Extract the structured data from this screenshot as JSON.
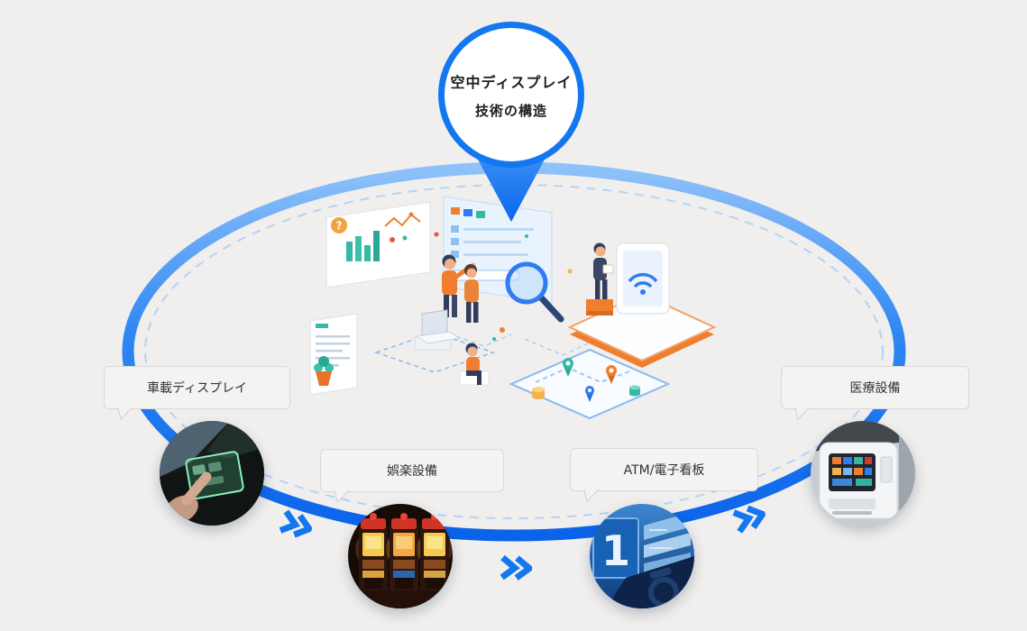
{
  "badge": {
    "line1": "空中ディスプレイ",
    "line2": "技術の構造"
  },
  "applications": [
    {
      "id": "vehicle",
      "label": "車載ディスプレイ"
    },
    {
      "id": "amusement",
      "label": "娯楽設備"
    },
    {
      "id": "atm-signage",
      "label": "ATM/電子看板"
    },
    {
      "id": "medical",
      "label": "医療設備"
    }
  ],
  "illustration": {
    "question_mark": "?"
  },
  "photos": {
    "atm_numeral": "1"
  },
  "colors": {
    "accent_blue": "#1277f0",
    "ring_gradient_top": "#8fc2fa",
    "ring_gradient_bottom": "#0a63ea",
    "orange": "#ef7f2f",
    "teal": "#35b8a5",
    "label_background": "#f3f3f2",
    "page_background": "#f0efed"
  }
}
